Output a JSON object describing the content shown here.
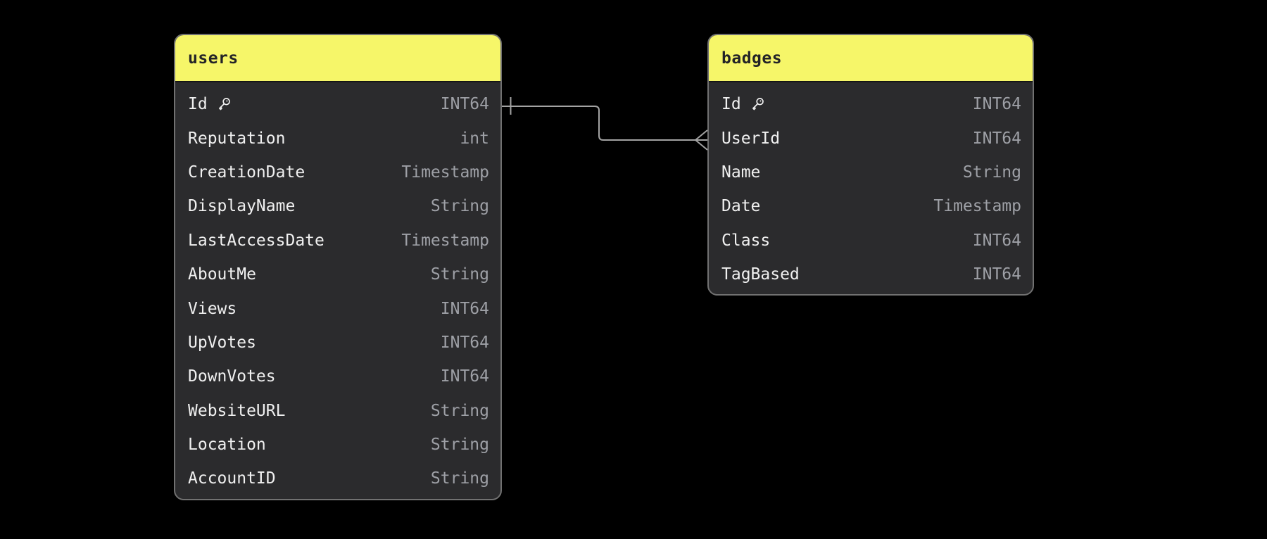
{
  "colors": {
    "canvas_bg": "#000000",
    "header_bg": "#F6F669",
    "body_bg": "#2B2B2D",
    "card_border": "#717171",
    "field_text": "#F0F0F0",
    "type_text": "#9EA0A6",
    "header_text": "#232327",
    "connector": "#A3A3A3"
  },
  "tables": [
    {
      "title": "users",
      "fields": [
        {
          "name": "Id",
          "type": "INT64",
          "key": true
        },
        {
          "name": "Reputation",
          "type": "int"
        },
        {
          "name": "CreationDate",
          "type": "Timestamp"
        },
        {
          "name": "DisplayName",
          "type": "String"
        },
        {
          "name": "LastAccessDate",
          "type": "Timestamp"
        },
        {
          "name": "AboutMe",
          "type": "String"
        },
        {
          "name": "Views",
          "type": "INT64"
        },
        {
          "name": "UpVotes",
          "type": "INT64"
        },
        {
          "name": "DownVotes",
          "type": "INT64"
        },
        {
          "name": "WebsiteURL",
          "type": "String"
        },
        {
          "name": "Location",
          "type": "String"
        },
        {
          "name": "AccountID",
          "type": "String"
        }
      ]
    },
    {
      "title": "badges",
      "fields": [
        {
          "name": "Id",
          "type": "INT64",
          "key": true
        },
        {
          "name": "UserId",
          "type": "INT64"
        },
        {
          "name": "Name",
          "type": "String"
        },
        {
          "name": "Date",
          "type": "Timestamp"
        },
        {
          "name": "Class",
          "type": "INT64"
        },
        {
          "name": "TagBased",
          "type": "INT64"
        }
      ]
    }
  ],
  "relationship": {
    "from_table": "users",
    "from_field": "Id",
    "from_cardinality": "one",
    "to_table": "badges",
    "to_field": "UserId",
    "to_cardinality": "many"
  }
}
